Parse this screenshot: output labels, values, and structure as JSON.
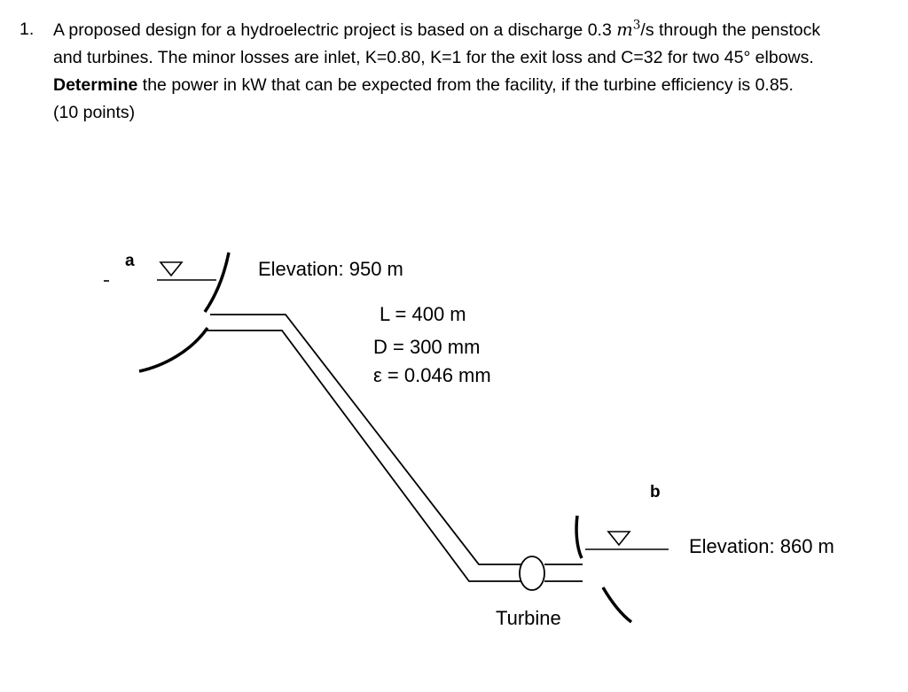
{
  "problem": {
    "number": "1.",
    "line1_a": "A proposed design for a hydroelectric project is based on a discharge 0.3 ",
    "unit_base": "m",
    "unit_exp": "3",
    "line1_b": "/s through the penstock",
    "line2": "and turbines. The minor losses are inlet, K=0.80, K=1 for the exit loss and C=32 for two 45° elbows.",
    "line3_bold": "Determine",
    "line3_rest": " the power in kW that can be expected from the facility, if the turbine efficiency is 0.85.",
    "line4": "(10 points)"
  },
  "diagram": {
    "point_a": "a",
    "point_b": "b",
    "elevation_upper": "Elevation: 950 m",
    "elevation_lower": "Elevation: 860 m",
    "length": "L = 400 m",
    "diameter": "D = 300 mm",
    "roughness": "ε = 0.046 mm",
    "turbine_label": "Turbine"
  }
}
